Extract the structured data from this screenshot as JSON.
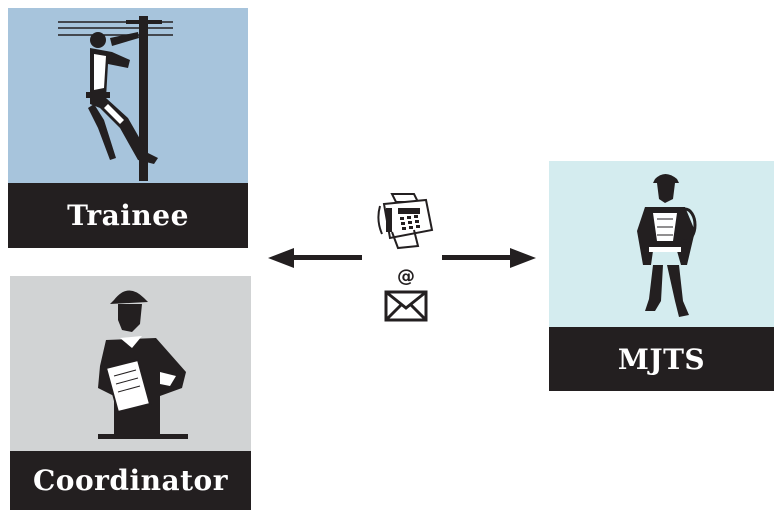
{
  "nodes": {
    "trainee": {
      "label": "Trainee",
      "bg": "#a7c4dc"
    },
    "coordinator": {
      "label": "Coordinator",
      "bg": "#d1d3d4"
    },
    "mjts": {
      "label": "MJTS",
      "bg": "#d4ecef"
    }
  },
  "colors": {
    "label_bg": "#231f20",
    "label_text": "#ffffff",
    "ink": "#231f20"
  },
  "icons": [
    "fax-icon",
    "email-icon"
  ],
  "email_symbol": "@"
}
